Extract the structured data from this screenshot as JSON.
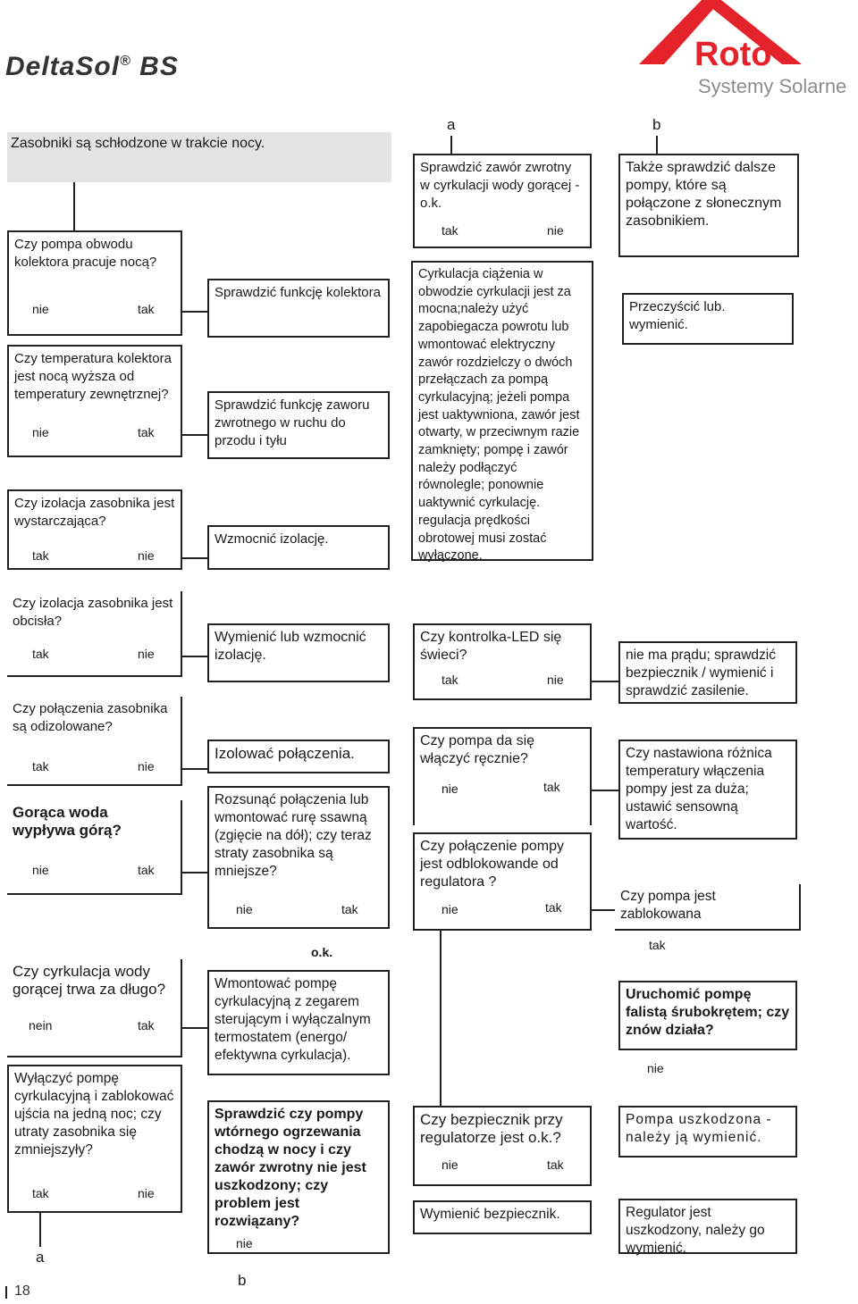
{
  "header": {
    "title": "DeltaSol",
    "title_mark": "®",
    "title_suffix": " BS",
    "brand": "Roto",
    "brand_sub": "Systemy Solarne",
    "banner": "Zasobniki są schłodzone w trakcie nocy."
  },
  "colors": {
    "brand_red": "#e3222a",
    "brand_gray": "#8a8d90",
    "banner_bg": "#e3e3e3"
  },
  "labels": {
    "a": "a",
    "b": "b",
    "tak": "tak",
    "nie": "nie",
    "nein": "nein",
    "ok": "o.k."
  },
  "top": {
    "q1": "Czy pompa obwodu kolektora pracuje nocą?",
    "q2": "Czy temperatura kolektora jest nocą wyższa od temperatury zewnętrznej?",
    "q3": "Czy izolacja zasobnika jest wystarczająca?",
    "r1": "Sprawdzić funkcję kolektora",
    "r2": "Sprawdzić funkcję zaworu zwrotnego w ruchu do przodu i tyłu",
    "r3": "Wzmocnić izolację.",
    "a_q": "Sprawdzić zawór zwrotny w cyrkulacji wody gorącej - o.k.",
    "a_text": "Cyrkulacja ciążenia w obwodzie cyrkulacji jest za mocna;należy użyć zapobiegacza powrotu lub wmontować elektryczny zawór rozdzielczy o dwóch przełączach za pompą cyrkulacyjną; jeżeli pompa jest uaktywniona, zawór jest otwarty, w przeciwnym razie zamknięty; pompę i zawór należy podłączyć równolegle; ponownie uaktywnić cyrkulację. regulacja prędkości obrotowej musi zostać wyłączone.",
    "b_q": "Także sprawdzić dalsze pompy, które są połączone z słonecznym zasobnikiem.",
    "b_r": "Przeczyścić lub. wymienić."
  },
  "mid": {
    "q4": "Czy izolacja zasobnika jest obcisła?",
    "r4": "Wymienić lub wzmocnić izolację.",
    "q5": "Czy połączenia zasobnika są odizolowane?",
    "r5": "Izolować połączenia.",
    "q6": "Gorąca woda wypływa górą?",
    "r6": "Rozsunąć połączenia lub wmontować rurę ssawną (zgięcie na dół); czy teraz straty zasobnika są mniejsze?",
    "q7": "Czy kontrolka-LED się świeci?",
    "r7": "nie ma prądu; sprawdzić bezpiecznik / wymienić i sprawdzić zasilenie.",
    "q8": "Czy pompa da się włączyć ręcznie?",
    "r8": "Czy nastawiona różnica temperatury włączenia pompy jest za duża; ustawić sensowną wartość.",
    "q9": "Czy połączenie pompy jest odblokowande od regulatora ?",
    "r9": "Czy pompa jest zablokowana"
  },
  "bottom": {
    "q10": "Czy cyrkulacja wody gorącej trwa za długo?",
    "r10": "Wmontować pompę cyrkulacyjną z zegarem sterującym i wyłączalnym termostatem (energo/ efektywna cyrkulacja).",
    "q11": "Wyłączyć pompę cyrkulacyjną i zablokować ujścia na jedną noc; czy utraty zasobnika się zmniejszyły?",
    "r11": "Sprawdzić czy pompy wtórnego ogrzewania chodzą w nocy i czy zawór zwrotny nie jest uszkodzony; czy problem jest rozwiązany?",
    "r12": "Uruchomić pompę falistą śrubokrętem; czy znów działa?",
    "q13": "Czy bezpiecznik przy regulatorze jest o.k.?",
    "r13": "Pompa uszkodzona - należy ją wymienić.",
    "r14": "Wymienić bezpiecznik.",
    "r15": "Regulator jest uszkodzony, należy go wymienić."
  },
  "page_number": "18"
}
